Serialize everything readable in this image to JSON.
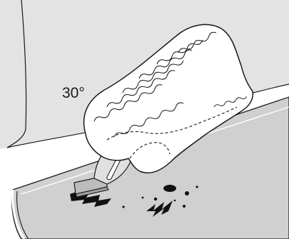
{
  "figure": {
    "angle_label": "30°",
    "colors": {
      "background": "#ffffff",
      "panel_gray": "#e3e3e3",
      "glass_gray": "#cfcfcf",
      "line": "#1a1a1a",
      "stain": "#111111"
    },
    "parts": [
      "oven-wall",
      "hob-glass-surface",
      "oven-mitt",
      "glass-scraper",
      "burnt-stains"
    ]
  }
}
